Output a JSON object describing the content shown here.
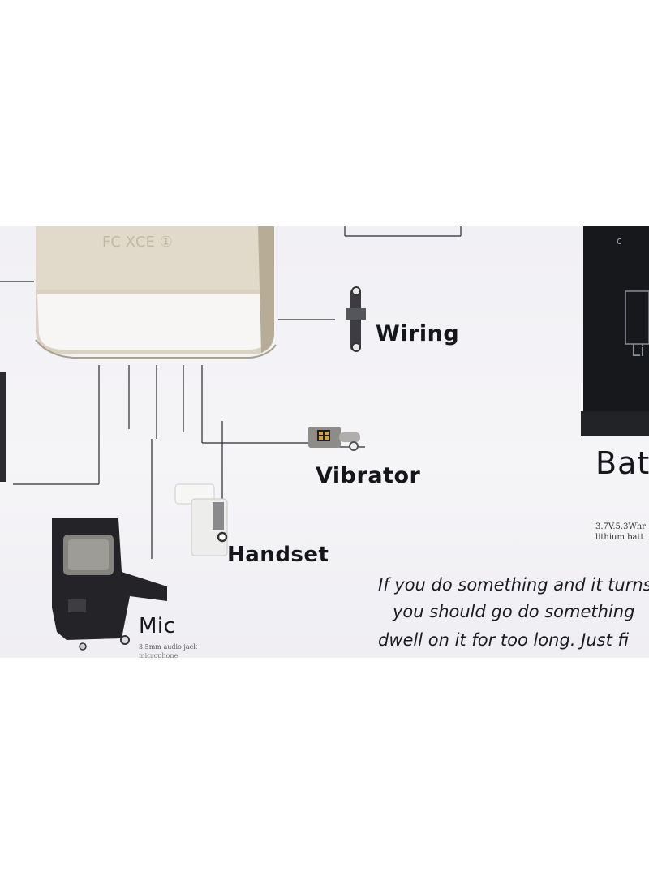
{
  "labels": {
    "wiring": "Wiring",
    "vibrator": "Vibrator",
    "handset": "Handset",
    "mic": "Mic",
    "battery": "Batt"
  },
  "battery_specs": {
    "line1": "3.7V.5.3Whr",
    "line2": "lithium batt"
  },
  "mic_note": "3.5mm audio jack",
  "mic_note2": "microphone",
  "quote": {
    "line1": "If you do something and it turns",
    "line2": "you should go do something",
    "line3": "dwell on it for too long. Just fi"
  },
  "phone_marking": "FC ⅩCE ①",
  "battery_brand": "c",
  "battery_logo": "Li"
}
